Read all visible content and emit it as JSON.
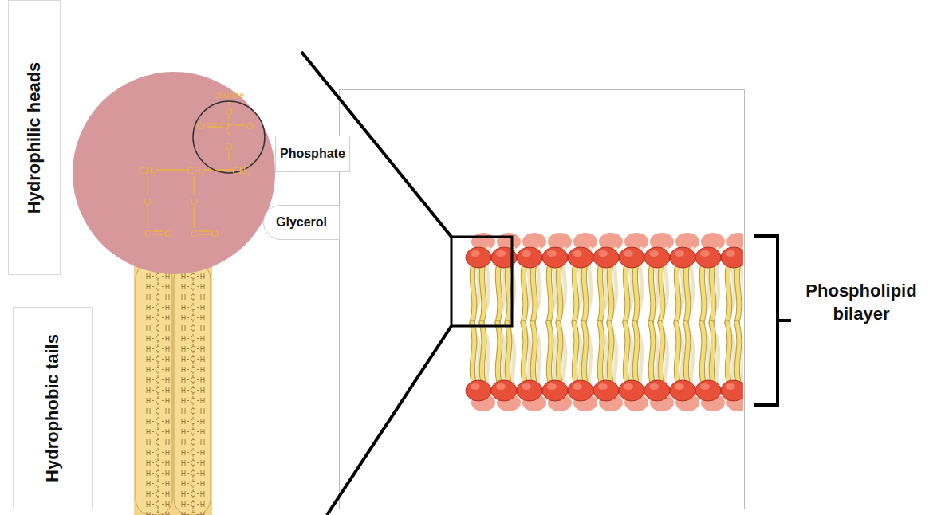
{
  "diagram": {
    "nodes": [
      {
        "text": [
          "Hydrophilic heads"
        ]
      },
      {
        "text": [
          "Hydrophobic tails"
        ]
      },
      {
        "text": [
          "Phosphate"
        ]
      },
      {
        "text": [
          "Glycerol"
        ]
      }
    ],
    "labels": [
      "choline",
      "O",
      "O",
      "P",
      "O",
      "O",
      "CH₂",
      "CH₂",
      "CH₂",
      "O",
      "O",
      "C",
      "O",
      "C",
      "O",
      "Phospholipid bilayer"
    ]
  }
}
